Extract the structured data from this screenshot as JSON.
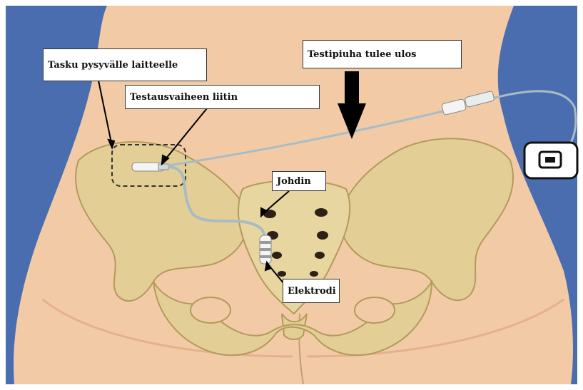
{
  "labels": {
    "pocket": "Tasku pysyvälle laitteelle",
    "connector": "Testausvaiheen liitin",
    "cable": "Testipiuha tulee ulos",
    "lead": "Johdin",
    "electrode": "Elektrodi"
  },
  "colors": {
    "background_blue": "#4a6db0",
    "skin": "#f2cba6",
    "bone": "#e3cf95",
    "bone_shadow": "#b39a5c",
    "foramen": "#2c2116",
    "cable": "#a9bcc4"
  },
  "icons": {
    "stimulator": "external-stimulator-icon",
    "arrow": "arrow-down-icon"
  }
}
